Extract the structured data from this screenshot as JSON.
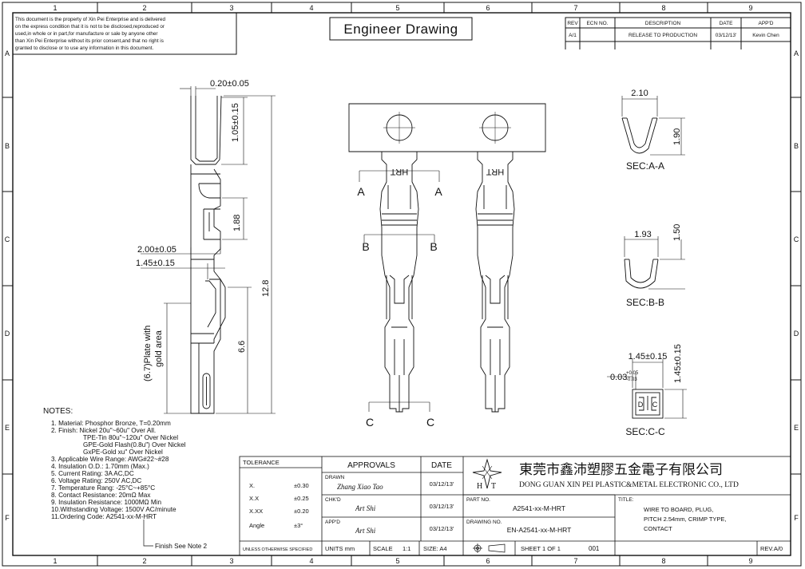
{
  "title": "Engineer Drawing",
  "border": {
    "cols": [
      "1",
      "2",
      "3",
      "4",
      "5",
      "6",
      "7",
      "8",
      "9"
    ],
    "rows": [
      "A",
      "B",
      "C",
      "D",
      "E",
      "F"
    ]
  },
  "disclaimer": [
    "This document is the property of Xin Pei Enterprise and is delivered",
    "on the express condition that it is not to be disclosed,reproduced or",
    "used,in whole or in part,for manufacture or sale by anyone other",
    "than Xin Pei Enterprise without its prior consent,and that no right is",
    "granted to disclose or to use any information in this document."
  ],
  "revision_table": {
    "headers": [
      "REV",
      "ECN NO.",
      "DESCRIPTION",
      "DATE",
      "APP'D"
    ],
    "row": [
      "A/1",
      "",
      "RELEASE TO PRODUCTION",
      "03/12/13'",
      "Kevin Chen"
    ]
  },
  "side_dims": {
    "top_width": "0.20±0.05",
    "d105": "1.05±0.15",
    "d188": "1.88",
    "d200": "2.00±0.05",
    "d145": "1.45±0.15",
    "d128": "12.8",
    "d66": "6.6",
    "plate": "(6.7)Plate with",
    "plate2": "gold area"
  },
  "front": {
    "stamp": "HRT",
    "sec_a": "A",
    "sec_b": "B",
    "sec_c": "C"
  },
  "sections": {
    "a": {
      "label": "SEC:A-A",
      "w": "2.10",
      "h": "1.90"
    },
    "b": {
      "label": "SEC:B-B",
      "w": "1.93",
      "h": "1.50"
    },
    "c": {
      "label": "SEC:C-C",
      "w": "1.45±0.15",
      "h": "1.45±0.15",
      "t_base": "0.03",
      "t_sup": "+0.05",
      "t_sub": "-0.03",
      "p1": "D",
      "p2": "C"
    }
  },
  "notes": {
    "heading": "NOTES:",
    "lines": [
      "1. Material: Phosphor Bronze, T=0.20mm",
      "2. Finish: Nickel 20u\"~60u\" Over All.",
      "TPE-Tin 80u\"~120u\" Over Nickel",
      "GPE-Gold Flash(0.8u\") Over Nickel",
      "GxPE-Gold xu\" Over Nickel",
      "3. Applicable Wire Range: AWG#22~#28",
      "4. Insulation O.D.: 1.70mm (Max.)",
      "5. Current Rating: 3A AC,DC",
      "6. Voltage Rating: 250V AC,DC",
      "7. Temperature Rang: -25°C~+85°C",
      "8. Contact Resistance: 20mΩ Max",
      "9. Insulation Resistance: 1000MΩ Min",
      "10.Withstanding Voltage: 1500V AC/minute",
      "11.Ordering Code: A2541-xx-M-HRT"
    ],
    "finish_note": "Finish See Note 2"
  },
  "title_block": {
    "tolerance": "TOLERANCE",
    "tol_rows": [
      {
        "k": "X.",
        "v": "±0.30"
      },
      {
        "k": "X.X",
        "v": "±0.25"
      },
      {
        "k": "X.XX",
        "v": "±0.20"
      },
      {
        "k": "Angle",
        "v": "±3°"
      }
    ],
    "unless": "UNLESS OTHERWISE SPECIFIED",
    "approvals": "APPROVALS",
    "date": "DATE",
    "drawn": "DRAWN",
    "drawn_name": "Zhang Xiao Tao",
    "drawn_date": "03/12/13'",
    "chkd": "CHK'D",
    "chkd_name": "Art Shi",
    "chkd_date": "03/12/13'",
    "appd": "APP'D",
    "appd_name": "Art Shi",
    "appd_date": "03/12/13'",
    "units": "UNITS mm",
    "scale": "SCALE",
    "scale_val": "1:1",
    "size": "SIZE: A4",
    "company_cn": "東莞市鑫沛塑膠五金電子有限公司",
    "company_en": "DONG GUAN XIN PEI PLASTIC&METAL ELECTRONIC CO., LTD",
    "logo_h": "H",
    "logo_t": "T",
    "part_no_label": "PART NO.",
    "part_no": "A2541-xx-M-HRT",
    "drawing_no_label": "DRAWING NO.",
    "drawing_no": "EN-A2541-xx-M-HRT",
    "title_label": "TITLE:",
    "title_lines": [
      "WIRE TO BOARD, PLUG,",
      "PITCH 2.54mm, CRIMP TYPE,",
      "CONTACT"
    ],
    "sheet": "SHEET 1 OF 1",
    "sheet_no": "001",
    "rev": "REV.A/0"
  }
}
